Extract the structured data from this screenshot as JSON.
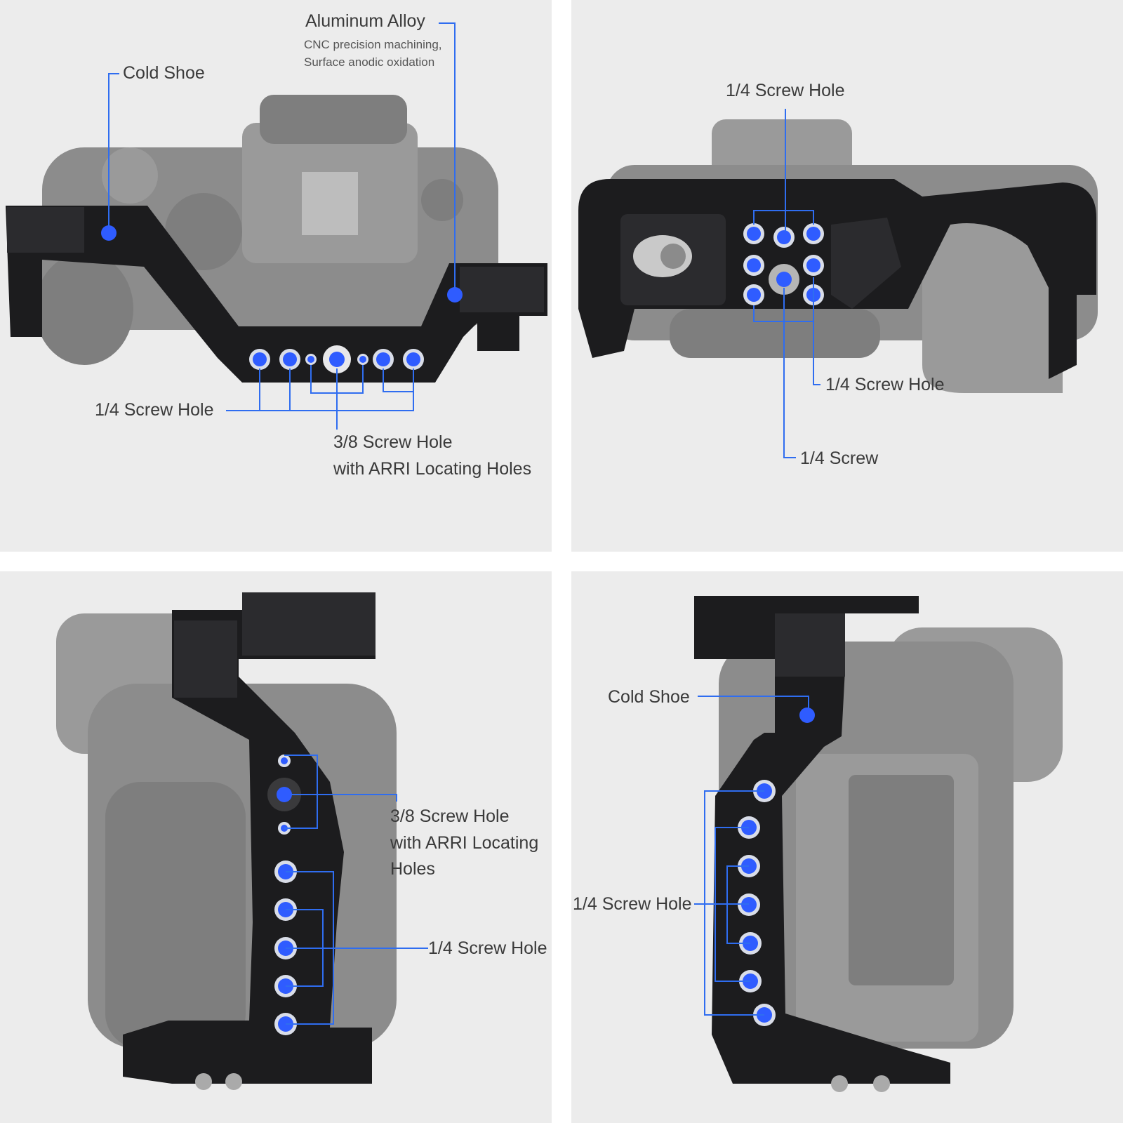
{
  "colors": {
    "background": "#ececec",
    "cage": "#1c1c1e",
    "callout": "#2f6df0",
    "hole": "#2f5cff",
    "camera": "#8c8c8c"
  },
  "panels": {
    "top_left": {
      "material_title": "Aluminum Alloy",
      "material_detail_1": "CNC precision machining,",
      "material_detail_2": "Surface anodic oxidation",
      "cold_shoe": "Cold Shoe",
      "screw_quarter": "1/4  Screw Hole",
      "screw_3_8_line1": "3/8 Screw Hole",
      "screw_3_8_line2": "with ARRI Locating Holes"
    },
    "top_right": {
      "screw_top": "1/4  Screw Hole",
      "screw_side": "1/4  Screw Hole",
      "screw": "1/4 Screw"
    },
    "bottom_left": {
      "screw_3_8_line1": "3/8 Screw Hole",
      "screw_3_8_line2": "with ARRI Locating",
      "screw_3_8_line3": "Holes",
      "screw_quarter": "1/4  Screw Hole"
    },
    "bottom_right": {
      "cold_shoe": "Cold Shoe",
      "screw_quarter": "1/4  Screw Hole"
    }
  }
}
